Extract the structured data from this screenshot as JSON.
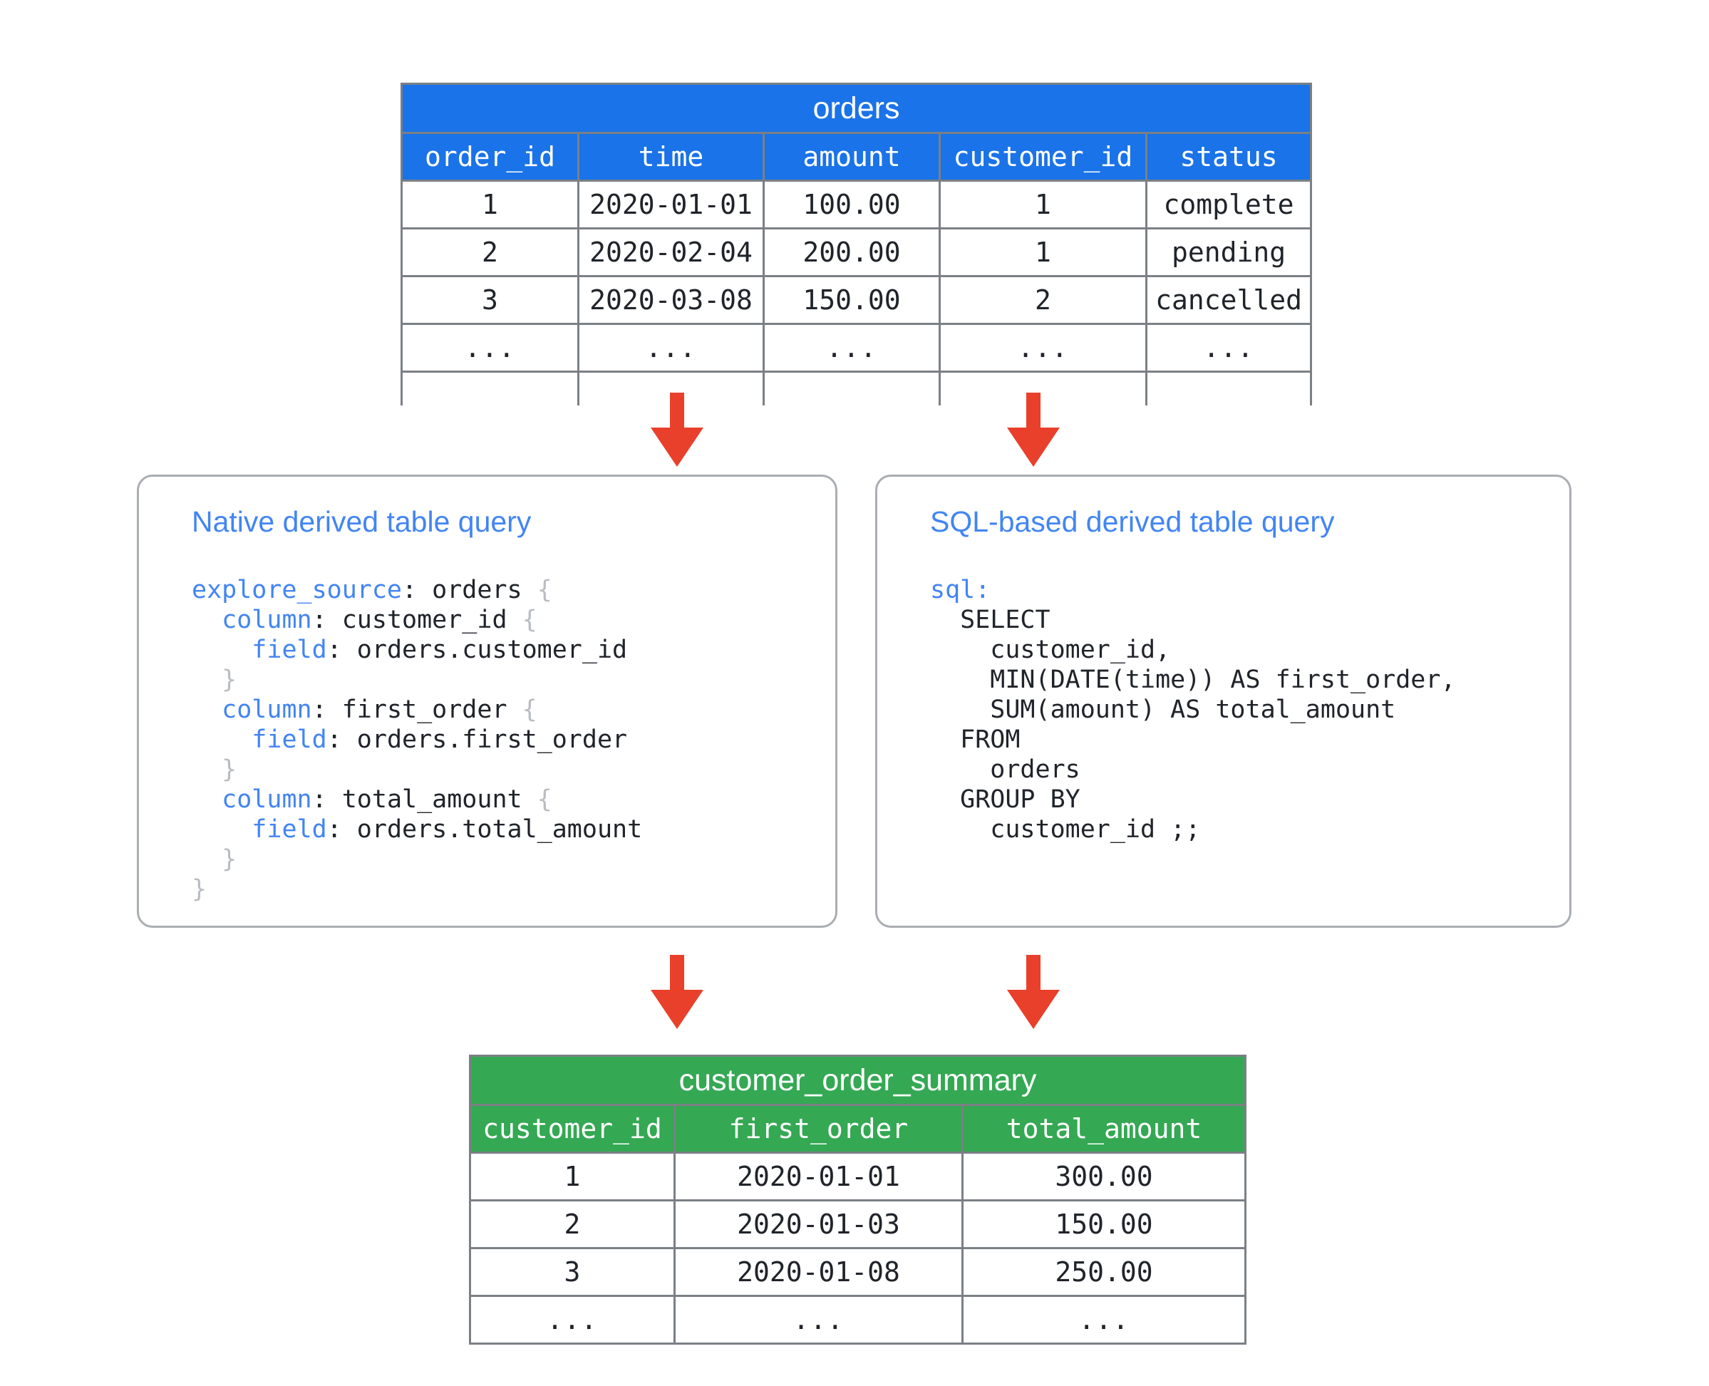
{
  "colors": {
    "source_table_header": "#1a73e8",
    "result_table_header": "#34a853",
    "arrow": "#e8402a",
    "panel_border": "#aaaeb2",
    "code_keyword": "#4285f4",
    "panel_title": "#4285f4",
    "table_grid": "#7b8085"
  },
  "source_table": {
    "title": "orders",
    "columns": [
      "order_id",
      "time",
      "amount",
      "customer_id",
      "status"
    ],
    "rows": [
      [
        "1",
        "2020-01-01",
        "100.00",
        "1",
        "complete"
      ],
      [
        "2",
        "2020-02-04",
        "200.00",
        "1",
        "pending"
      ],
      [
        "3",
        "2020-03-08",
        "150.00",
        "2",
        "cancelled"
      ],
      [
        "...",
        "...",
        "...",
        "...",
        "..."
      ]
    ],
    "has_truncated_row": true
  },
  "result_table": {
    "title": "customer_order_summary",
    "columns": [
      "customer_id",
      "first_order",
      "total_amount"
    ],
    "rows": [
      [
        "1",
        "2020-01-01",
        "300.00"
      ],
      [
        "2",
        "2020-01-03",
        "150.00"
      ],
      [
        "3",
        "2020-01-08",
        "250.00"
      ],
      [
        "...",
        "...",
        "..."
      ]
    ]
  },
  "panels": [
    {
      "id": "native",
      "title": "Native derived table query",
      "code_lines": [
        [
          {
            "t": "explore_source",
            "c": "k"
          },
          {
            "t": ": orders ",
            "c": "v"
          },
          {
            "t": "{",
            "c": "br"
          }
        ],
        [
          {
            "t": "  ",
            "c": "v"
          },
          {
            "t": "column",
            "c": "k"
          },
          {
            "t": ": customer_id ",
            "c": "v"
          },
          {
            "t": "{",
            "c": "br"
          }
        ],
        [
          {
            "t": "    ",
            "c": "v"
          },
          {
            "t": "field",
            "c": "k"
          },
          {
            "t": ": orders.customer_id",
            "c": "v"
          }
        ],
        [
          {
            "t": "  ",
            "c": "v"
          },
          {
            "t": "}",
            "c": "br"
          }
        ],
        [
          {
            "t": "  ",
            "c": "v"
          },
          {
            "t": "column",
            "c": "k"
          },
          {
            "t": ": first_order ",
            "c": "v"
          },
          {
            "t": "{",
            "c": "br"
          }
        ],
        [
          {
            "t": "    ",
            "c": "v"
          },
          {
            "t": "field",
            "c": "k"
          },
          {
            "t": ": orders.first_order",
            "c": "v"
          }
        ],
        [
          {
            "t": "  ",
            "c": "v"
          },
          {
            "t": "}",
            "c": "br"
          }
        ],
        [
          {
            "t": "  ",
            "c": "v"
          },
          {
            "t": "column",
            "c": "k"
          },
          {
            "t": ": total_amount ",
            "c": "v"
          },
          {
            "t": "{",
            "c": "br"
          }
        ],
        [
          {
            "t": "    ",
            "c": "v"
          },
          {
            "t": "field",
            "c": "k"
          },
          {
            "t": ": orders.total_amount",
            "c": "v"
          }
        ],
        [
          {
            "t": "  ",
            "c": "v"
          },
          {
            "t": "}",
            "c": "br"
          }
        ],
        [
          {
            "t": "",
            "c": "v"
          },
          {
            "t": "}",
            "c": "br"
          }
        ]
      ]
    },
    {
      "id": "sql",
      "title": "SQL-based derived table query",
      "code_lines": [
        [
          {
            "t": "sql",
            "c": "k"
          },
          {
            "t": ":",
            "c": "k"
          }
        ],
        [
          {
            "t": "  SELECT",
            "c": "v"
          }
        ],
        [
          {
            "t": "    customer_id,",
            "c": "v"
          }
        ],
        [
          {
            "t": "    MIN(DATE(time)) AS first_order,",
            "c": "v"
          }
        ],
        [
          {
            "t": "    SUM(amount) AS total_amount",
            "c": "v"
          }
        ],
        [
          {
            "t": "  FROM",
            "c": "v"
          }
        ],
        [
          {
            "t": "    orders",
            "c": "v"
          }
        ],
        [
          {
            "t": "  GROUP BY",
            "c": "v"
          }
        ],
        [
          {
            "t": "    customer_id ;;",
            "c": "v"
          }
        ]
      ]
    }
  ],
  "arrows": [
    {
      "name": "arrow-orders-to-native",
      "direction": "down"
    },
    {
      "name": "arrow-orders-to-sql",
      "direction": "down"
    },
    {
      "name": "arrow-native-to-summary",
      "direction": "down"
    },
    {
      "name": "arrow-sql-to-summary",
      "direction": "down"
    }
  ]
}
